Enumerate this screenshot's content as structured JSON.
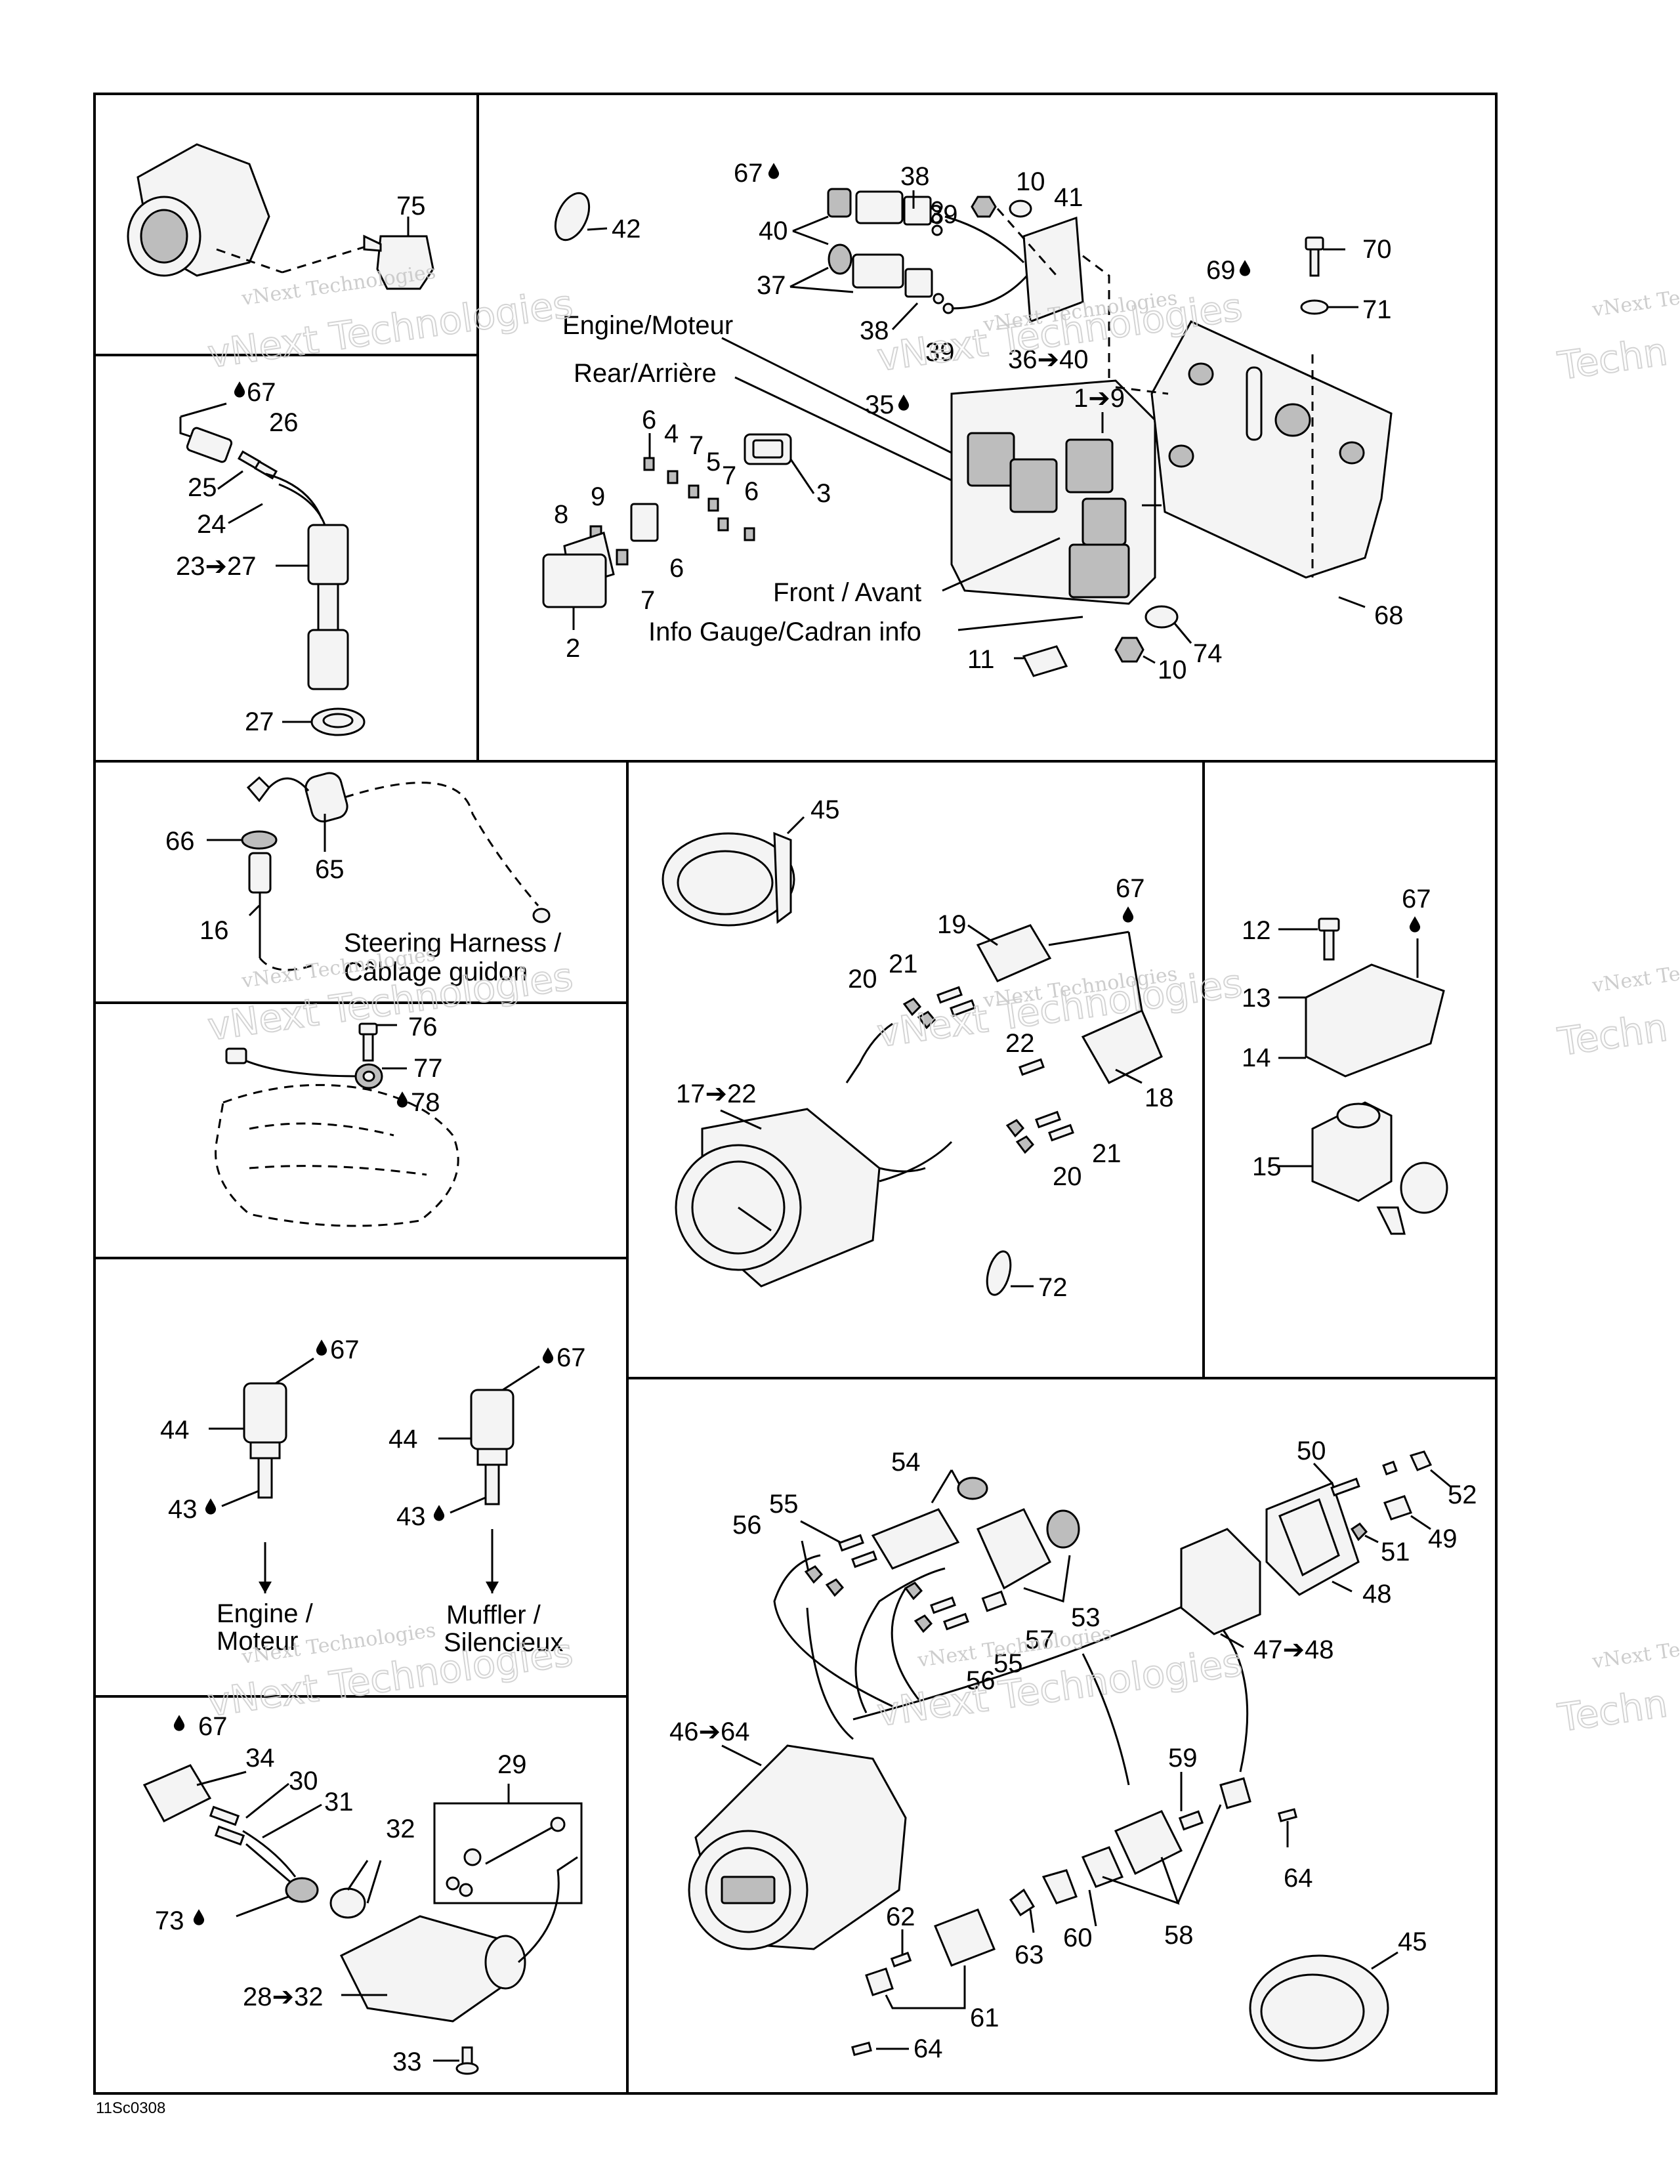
{
  "diagram": {
    "footer_code": "11Sc0308",
    "watermark": {
      "small": "vNext Technologies",
      "big": "vNext Technologies",
      "edge_small": "vNext Te",
      "edge_big": "Techn"
    },
    "captions": {
      "engine_moteur": "Engine/Moteur",
      "rear_arriere": "Rear/Arrière",
      "front_avant": "Front / Avant",
      "info_gauge": "Info Gauge/Cadran info",
      "steering_1": "Steering Harness /",
      "steering_2": "Câblage guidon",
      "engine_1": "Engine /",
      "engine_2": "Moteur",
      "muffler_1": "Muffler /",
      "muffler_2": "Silencieux"
    },
    "callouts": {
      "c75": "75",
      "c67a": "67",
      "c26": "26",
      "c25": "25",
      "c24": "24",
      "c23_27": "23➔27",
      "c27": "27",
      "c42": "42",
      "c67b": "67",
      "c38a": "38",
      "c39a": "39",
      "c40a": "40",
      "c10a": "10",
      "c41": "41",
      "c37": "37",
      "c38b": "38",
      "c39b": "39",
      "c36_40": "36➔40",
      "c69": "69",
      "c70": "70",
      "c71": "71",
      "c35": "35",
      "c1_9": "1➔9",
      "c6a": "6",
      "c4": "4",
      "c7a": "7",
      "c5": "5",
      "c7b": "7",
      "c6b": "6",
      "c3": "3",
      "c8": "8",
      "c9": "9",
      "c6c": "6",
      "c7c": "7",
      "c2": "2",
      "c11": "11",
      "c10b": "10",
      "c74": "74",
      "c68": "68",
      "c66": "66",
      "c65": "65",
      "c16": "16",
      "c76": "76",
      "c77": "77",
      "c78": "78",
      "c45a": "45",
      "c67c": "67",
      "c19": "19",
      "c21a": "21",
      "c20a": "20",
      "c22": "22",
      "c18": "18",
      "c17_22": "17➔22",
      "c21b": "21",
      "c20b": "20",
      "c72": "72",
      "c12": "12",
      "c67d": "67",
      "c13": "13",
      "c14": "14",
      "c15": "15",
      "c67e": "67",
      "c44a": "44",
      "c43a": "43",
      "c67f": "67",
      "c44b": "44",
      "c43b": "43",
      "c54": "54",
      "c55a": "55",
      "c56a": "56",
      "c53": "53",
      "c57": "57",
      "c55b": "55",
      "c56b": "56",
      "c50": "50",
      "c52": "52",
      "c49": "49",
      "c51": "51",
      "c48": "48",
      "c47_48": "47➔48",
      "c46_64": "46➔64",
      "c59": "59",
      "c64a": "64",
      "c62": "62",
      "c63": "63",
      "c60": "60",
      "c58": "58",
      "c61": "61",
      "c64b": "64",
      "c45b": "45",
      "c67g": "67",
      "c34": "34",
      "c30": "30",
      "c31": "31",
      "c32": "32",
      "c29": "29",
      "c73": "73",
      "c28_32": "28➔32",
      "c33": "33"
    }
  }
}
